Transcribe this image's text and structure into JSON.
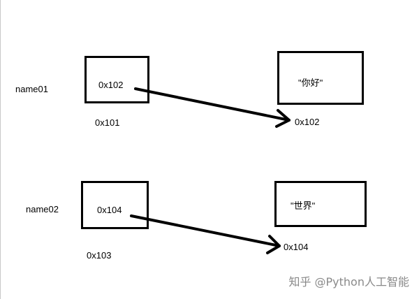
{
  "diagram": {
    "row1": {
      "variable_name": "name01",
      "variable_address": "0x101",
      "variable_cell_value": "0x102",
      "object_value": "\"你好\"",
      "object_address": "0x102"
    },
    "row2": {
      "variable_name": "name02",
      "variable_address": "0x103",
      "variable_cell_value": "0x104",
      "object_value": "\"世界\"",
      "object_address": "0x104"
    }
  },
  "watermark": "知乎 @Python人工智能",
  "colors": {
    "stroke": "#000000",
    "watermark": "#8a8a8a"
  }
}
